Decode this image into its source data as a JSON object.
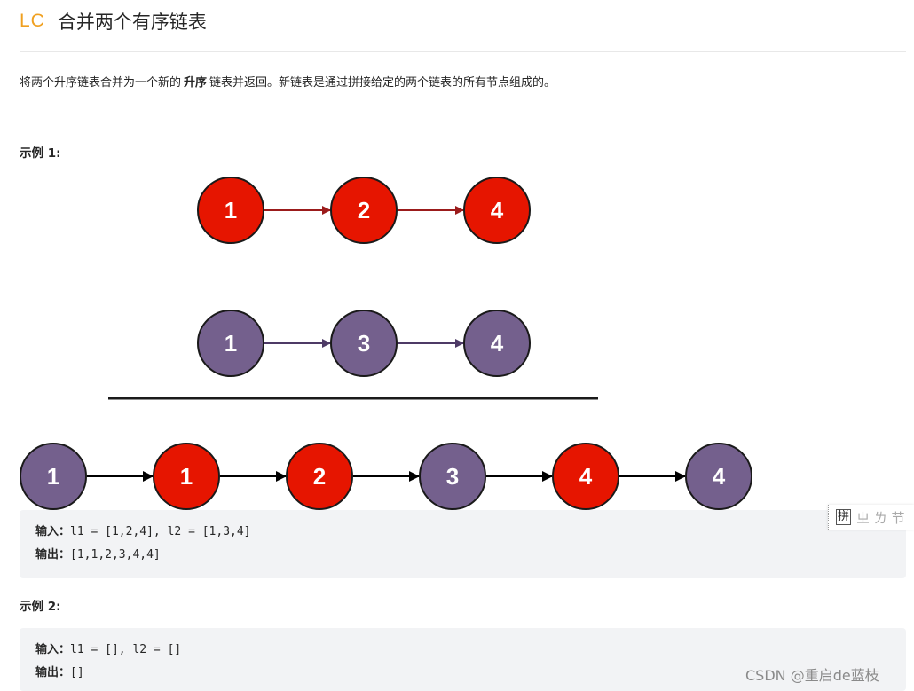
{
  "header": {
    "badge": "LC",
    "title": "合并两个有序链表"
  },
  "description": {
    "before": "将两个升序链表合并为一个新的",
    "bold": "升序",
    "after": "链表并返回。新链表是通过拼接给定的两个链表的所有节点组成的。"
  },
  "example1": {
    "heading": "示例 1:",
    "input_label": "输入：",
    "input_value": "l1 = [1,2,4], l2 = [1,3,4]",
    "output_label": "输出：",
    "output_value": "[1,1,2,3,4,4]"
  },
  "example2": {
    "heading": "示例 2:",
    "input_label": "输入：",
    "input_value": "l1 = [], l2 = []",
    "output_label": "输出：",
    "output_value": "[]"
  },
  "diagram": {
    "colors": {
      "red": "#e61500",
      "purple": "#74608d",
      "red_arrow": "#9b1b1b",
      "purple_arrow": "#4d3a66",
      "merged_arrow": "#000000"
    },
    "list1": [
      {
        "value": "1",
        "color": "red"
      },
      {
        "value": "2",
        "color": "red"
      },
      {
        "value": "4",
        "color": "red"
      }
    ],
    "list2": [
      {
        "value": "1",
        "color": "purple"
      },
      {
        "value": "3",
        "color": "purple"
      },
      {
        "value": "4",
        "color": "purple"
      }
    ],
    "merged": [
      {
        "value": "1",
        "color": "purple"
      },
      {
        "value": "1",
        "color": "red"
      },
      {
        "value": "2",
        "color": "red"
      },
      {
        "value": "3",
        "color": "purple"
      },
      {
        "value": "4",
        "color": "red"
      },
      {
        "value": "4",
        "color": "purple"
      }
    ]
  },
  "ime": {
    "icon_char": "拼",
    "trailing": "ㄓ ㄌ 节"
  },
  "watermark": "CSDN @重启de蓝枝"
}
